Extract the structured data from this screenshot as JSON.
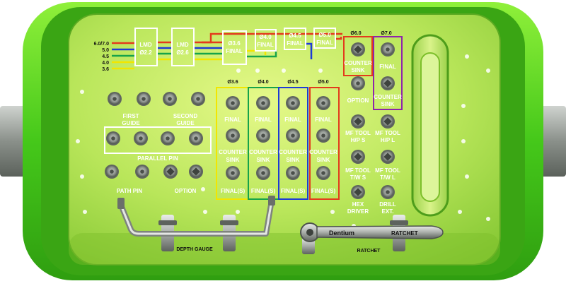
{
  "brand": "Dentium",
  "legend": {
    "sizes": [
      "6.0/7.0",
      "5.0",
      "4.5",
      "4.0",
      "3.6"
    ],
    "colors": [
      "#e33b1c",
      "#1d3bd6",
      "#16a34a",
      "#f2e600"
    ]
  },
  "top_boxes": {
    "lmd1": [
      "LMD",
      "Ø2.2"
    ],
    "lmd2": [
      "LMD",
      "Ø2.6"
    ],
    "f36": [
      "Ø3.6",
      "FINAL"
    ],
    "f40": [
      "Ø4.0",
      "FINAL"
    ],
    "f45": [
      "Ø4.5",
      "FINAL"
    ],
    "f50": [
      "Ø5.0",
      "FINAL"
    ]
  },
  "column_headers": [
    "Ø3.6",
    "Ø4.0",
    "Ø4.5",
    "Ø5.0"
  ],
  "diameter_groups": [
    {
      "diameter": "Ø3.6",
      "color": "#f2e600"
    },
    {
      "diameter": "Ø4.0",
      "color": "#16a34a"
    },
    {
      "diameter": "Ø4.5",
      "color": "#1d3bd6"
    },
    {
      "diameter": "Ø5.0",
      "color": "#e33b1c"
    }
  ],
  "column_rows": [
    "FINAL",
    "COUNTER\nSINK",
    "FINAL(S)"
  ],
  "left_labels": {
    "first_guide": [
      "FIRST",
      "GUIDE"
    ],
    "second_guide": [
      "SECOND",
      "GUIDE"
    ],
    "parallel_pin": "PARALLEL PIN",
    "path_pin": "PATH PIN",
    "option": "OPTION"
  },
  "right_section": {
    "h60": "Ø6.0",
    "h70": "Ø7.0",
    "counter_sink_60": [
      "COUNTER",
      "SINK"
    ],
    "final_70": "FINAL",
    "counter_sink_70": [
      "COUNTER",
      "SINK"
    ],
    "option": "OPTION",
    "mf_hps": [
      "MF TOOL",
      "H/P S"
    ],
    "mf_hpl": [
      "MF TOOL",
      "H/P L"
    ],
    "mf_tws": [
      "MF TOOL",
      "T/W S"
    ],
    "mf_twl": [
      "MF TOOL",
      "T/W L"
    ],
    "hex_driver": [
      "HEX",
      "DRIVER"
    ],
    "drill_ext": [
      "DRILL",
      "EXT."
    ]
  },
  "bottom": {
    "depth_gauge": "DEPTH GAUGE",
    "ratchet": "RATCHET",
    "ratchet_tool": "RATCHET"
  }
}
